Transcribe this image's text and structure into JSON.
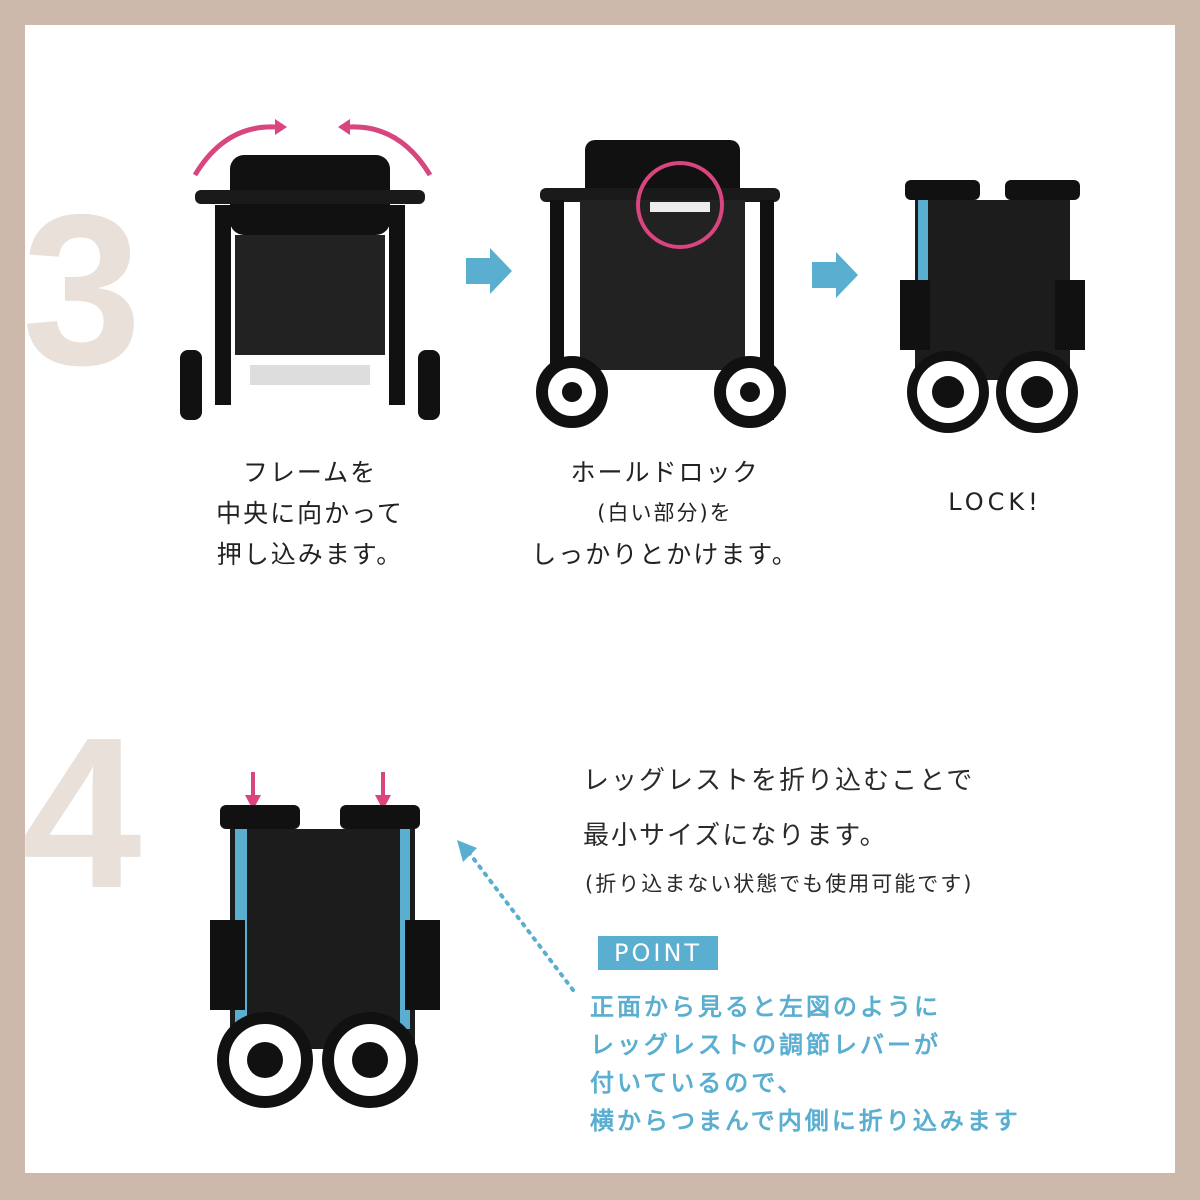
{
  "step3": {
    "number": "3",
    "captions": [
      {
        "lines": [
          "フレームを",
          "中央に向かって",
          "押し込みます。"
        ]
      },
      {
        "lines": [
          "ホールドロック",
          "(白い部分)を",
          "しっかりとかけます。"
        ]
      },
      {
        "lines": [
          "LOCK!"
        ]
      }
    ]
  },
  "step4": {
    "number": "4",
    "description": [
      "レッグレストを折り込むことで",
      "最小サイズになります。",
      "(折り込まない状態でも使用可能です)"
    ],
    "point_label": "POINT",
    "point_text": [
      "正面から見ると左図のように",
      "レッグレストの調節レバーが",
      "付いているので、",
      "横からつまんで内側に折り込みます"
    ]
  },
  "colors": {
    "frame": "#cdb8ac",
    "number": "#e9e0da",
    "accent_blue": "#5aaed0",
    "accent_pink": "#d9457f"
  }
}
